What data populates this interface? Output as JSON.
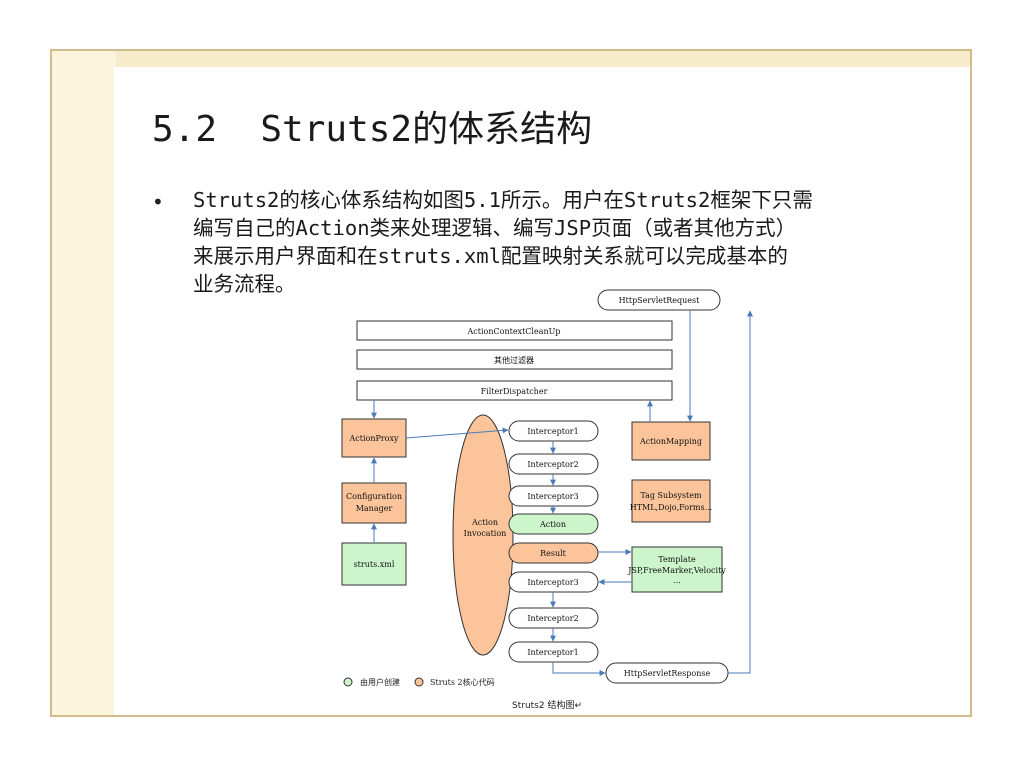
{
  "slide": {
    "title": "5.2  Struts2的体系结构",
    "bullet_symbol": "•",
    "body_lines": [
      "Struts2的核心体系结构如图5.1所示。用户在Struts2框架下只需",
      "编写自己的Action类来处理逻辑、编写JSP页面（或者其他方式）",
      "来展示用户界面和在struts.xml配置映射关系就可以完成基本的",
      "业务流程。"
    ],
    "caption": "Struts2 结构图↵"
  },
  "diagram": {
    "nodes": {
      "http_request": "HttpServletRequest",
      "cleanup": "ActionContextCleanUp",
      "other_filters": "其他过滤器",
      "filter_dispatcher": "FilterDispatcher",
      "action_proxy": "ActionProxy",
      "action_mapping": "ActionMapping",
      "config_manager_line1": "Configuration",
      "config_manager_line2": "Manager",
      "struts_xml": "struts.xml",
      "tag_line1": "Tag Subsystem",
      "tag_line2": "HTML,Dojo,Forms...",
      "action_invocation_line1": "Action",
      "action_invocation_line2": "Invocation",
      "interceptor1_top": "Interceptor1",
      "interceptor2_top": "Interceptor2",
      "interceptor3_top": "Interceptor3",
      "action": "Action",
      "result": "Result",
      "template_line1": "Template",
      "template_line2": "JSP,FreeMarker,Velocity",
      "template_line3": "...",
      "interceptor3_bottom": "Interceptor3",
      "interceptor2_bottom": "Interceptor2",
      "interceptor1_bottom": "Interceptor1",
      "http_response": "HttpServletResponse"
    },
    "legend": {
      "user_created": "由用户创建",
      "core_code": "Struts 2核心代码"
    },
    "colors": {
      "core_fill": "#fbc49b",
      "user_fill": "#ccf5cc",
      "border": "#333333",
      "arrow": "#4a7ab8",
      "frame_border": "#d2bc8c"
    }
  }
}
